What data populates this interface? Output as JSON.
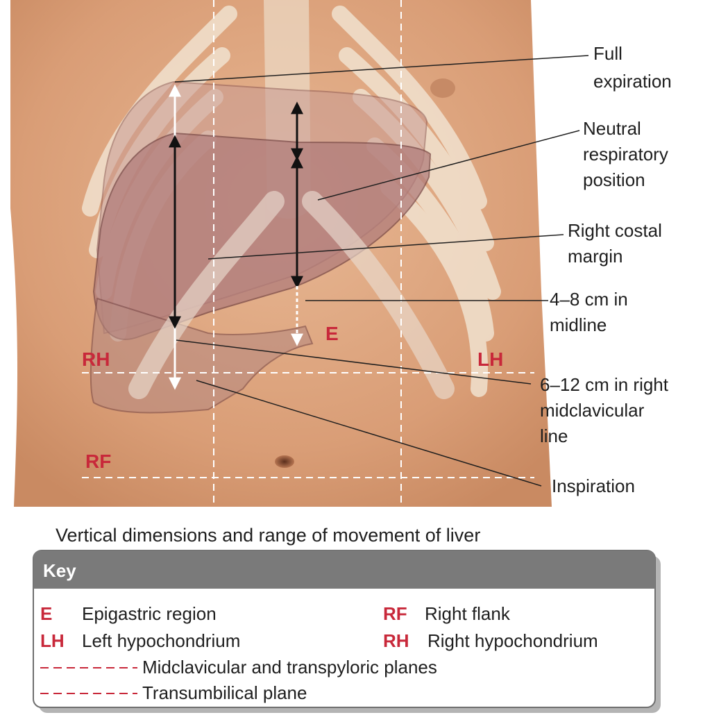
{
  "callouts": {
    "full_expiration": [
      "Full",
      "expiration"
    ],
    "neutral_position": [
      "Neutral",
      "respiratory",
      "position"
    ],
    "right_costal_margin": [
      "Right costal",
      "margin"
    ],
    "midline_range": [
      "4–8 cm in",
      "midline"
    ],
    "right_mcl_range": [
      "6–12 cm in right",
      "midclavicular",
      "line"
    ],
    "inspiration": [
      "Inspiration"
    ]
  },
  "regions": {
    "E": "E",
    "RH": "RH",
    "LH": "LH",
    "RF": "RF"
  },
  "caption": "Vertical dimensions and range of movement of liver",
  "key": {
    "title": "Key",
    "items": [
      {
        "abbr": "E",
        "label": "Epigastric region"
      },
      {
        "abbr": "RF",
        "label": "Right flank"
      },
      {
        "abbr": "LH",
        "label": "Left hypochondrium"
      },
      {
        "abbr": "RH",
        "label": "Right hypochondrium"
      }
    ],
    "lines": [
      {
        "style": "- - - - - -",
        "label": "Midclavicular and transpyloric planes"
      },
      {
        "style": "- - - - - -",
        "label": "Transumbilical plane"
      }
    ]
  },
  "colors": {
    "skin": "#dba27a",
    "liver": "#b07878",
    "rib": "#ecdcc9",
    "region_red": "#c8283a",
    "key_header": "#7a7a7a"
  }
}
